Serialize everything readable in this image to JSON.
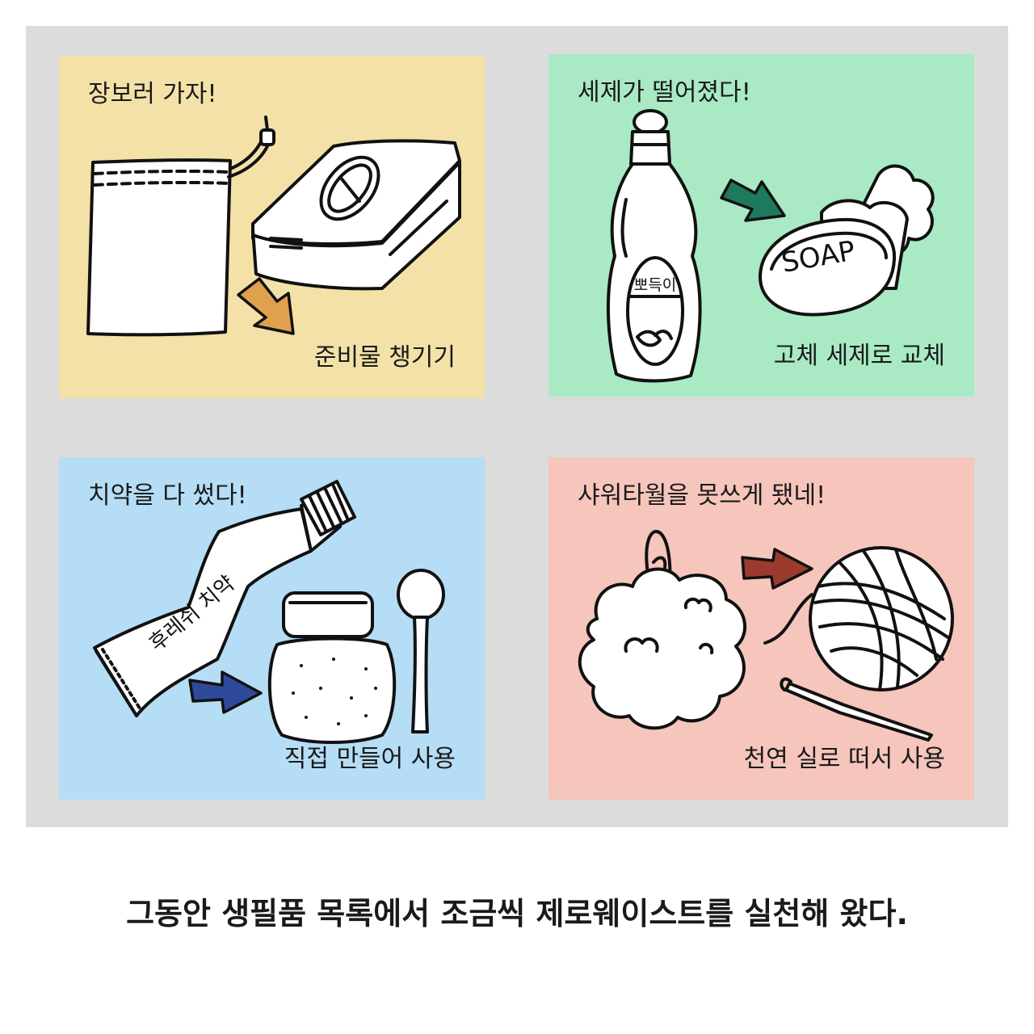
{
  "colors": {
    "frame_bg": "#dcdcdc",
    "panel_shopping": "#f3e1a8",
    "panel_detergent": "#a9eac5",
    "panel_toothpaste": "#b5ddf5",
    "panel_shower": "#f6c5bb",
    "arrow_orange": "#e0a04e",
    "arrow_green": "#1e7a5e",
    "arrow_blue": "#2f4a9a",
    "arrow_red": "#9a3b2e"
  },
  "panels": [
    {
      "title": "장보러 가자!",
      "action": "준비물 챙기기",
      "icons": [
        "cloth-bag-icon",
        "container-icon",
        "arrow-icon"
      ]
    },
    {
      "title": "세제가 떨어졌다!",
      "action": "고체 세제로 교체",
      "bottle_label": "뽀득이",
      "soap_label": "SOAP",
      "icons": [
        "detergent-bottle-icon",
        "soap-bar-icon",
        "arrow-icon"
      ]
    },
    {
      "title": "치약을 다 썼다!",
      "action": "직접 만들어 사용",
      "tube_label": "후레쉬 치약",
      "icons": [
        "toothpaste-tube-icon",
        "jar-icon",
        "spoon-icon",
        "arrow-icon"
      ]
    },
    {
      "title": "샤워타월을 못쓰게 됐네!",
      "action": "천연 실로 떠서 사용",
      "icons": [
        "shower-puff-icon",
        "yarn-ball-icon",
        "crochet-hook-icon",
        "arrow-icon"
      ]
    }
  ],
  "caption": "그동안 생필품 목록에서 조금씩 제로웨이스트를 실천해 왔다."
}
